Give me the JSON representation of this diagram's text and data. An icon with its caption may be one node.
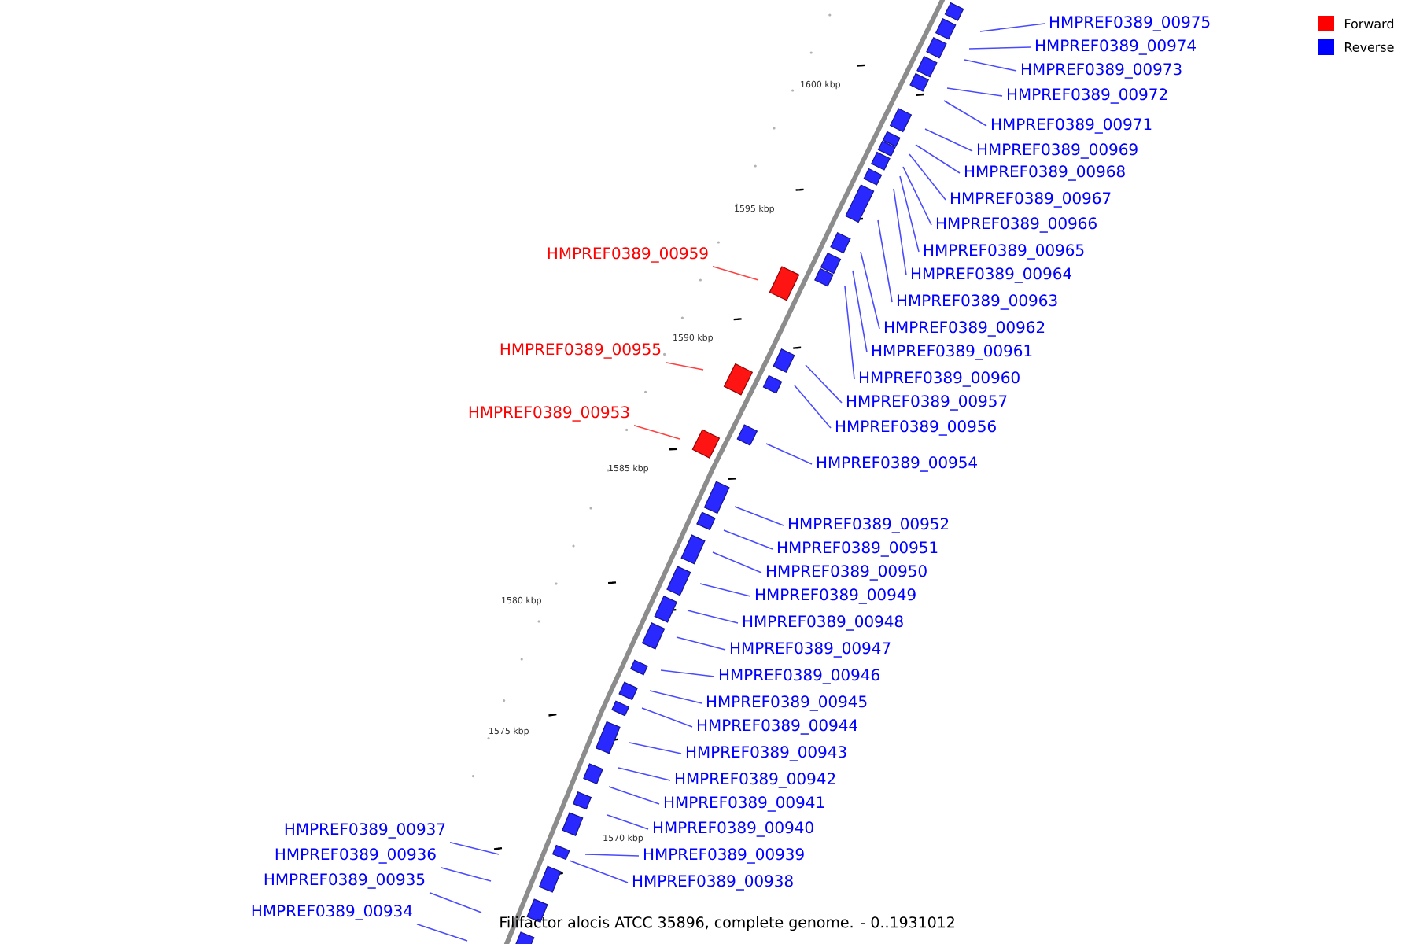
{
  "diagram": {
    "caption": "Filifactor alocis ATCC 35896, complete genome. - 0..1931012",
    "nodes": [
      {
        "text": [
          "HMPREF0389_00975"
        ]
      },
      {
        "text": [
          "HMPREF0389_00974"
        ]
      },
      {
        "text": [
          "HMPREF0389_00973"
        ]
      },
      {
        "text": [
          "HMPREF0389_00972"
        ]
      },
      {
        "text": [
          "HMPREF0389_00971"
        ]
      },
      {
        "text": [
          "HMPREF0389_00969"
        ]
      },
      {
        "text": [
          "HMPREF0389_00968"
        ]
      },
      {
        "text": [
          "HMPREF0389_00967"
        ]
      },
      {
        "text": [
          "HMPREF0389_00966"
        ]
      },
      {
        "text": [
          "HMPREF0389_00965"
        ]
      },
      {
        "text": [
          "HMPREF0389_00959"
        ]
      },
      {
        "text": [
          "HMPREF0389_00964"
        ]
      },
      {
        "text": [
          "HMPREF0389_00963"
        ]
      },
      {
        "text": [
          "HMPREF0389_00962"
        ]
      },
      {
        "text": [
          "HMPREF0389_00955"
        ]
      },
      {
        "text": [
          "HMPREF0389_00961"
        ]
      },
      {
        "text": [
          "HMPREF0389_00960"
        ]
      },
      {
        "text": [
          "HMPREF0389_00957"
        ]
      },
      {
        "text": [
          "HMPREF0389_00953"
        ]
      },
      {
        "text": [
          "HMPREF0389_00956"
        ]
      },
      {
        "text": [
          "HMPREF0389_00954"
        ]
      },
      {
        "text": [
          "HMPREF0389_00952"
        ]
      },
      {
        "text": [
          "HMPREF0389_00951"
        ]
      },
      {
        "text": [
          "HMPREF0389_00950"
        ]
      },
      {
        "text": [
          "HMPREF0389_00949"
        ]
      },
      {
        "text": [
          "HMPREF0389_00948"
        ]
      },
      {
        "text": [
          "HMPREF0389_00947"
        ]
      },
      {
        "text": [
          "HMPREF0389_00946"
        ]
      },
      {
        "text": [
          "HMPREF0389_00945"
        ]
      },
      {
        "text": [
          "HMPREF0389_00944"
        ]
      },
      {
        "text": [
          "HMPREF0389_00943"
        ]
      },
      {
        "text": [
          "HMPREF0389_00942"
        ]
      },
      {
        "text": [
          "HMPREF0389_00941"
        ]
      },
      {
        "text": [
          "HMPREF0389_00940"
        ]
      },
      {
        "text": [
          "HMPREF0389_00937"
        ]
      },
      {
        "text": [
          "HMPREF0389_00939"
        ]
      },
      {
        "text": [
          "HMPREF0389_00936"
        ]
      },
      {
        "text": [
          "HMPREF0389_00938"
        ]
      },
      {
        "text": [
          "HMPREF0389_00935"
        ]
      },
      {
        "text": [
          "HMPREF0389_00934"
        ]
      }
    ],
    "edges": [
      {
        "from": 0,
        "to": null,
        "arrow": "none"
      },
      {
        "from": 1,
        "to": null,
        "arrow": "none"
      },
      {
        "from": 2,
        "to": null,
        "arrow": "none"
      },
      {
        "from": 3,
        "to": null,
        "arrow": "none"
      },
      {
        "from": 4,
        "to": null,
        "arrow": "none"
      },
      {
        "from": 5,
        "to": null,
        "arrow": "none"
      },
      {
        "from": 6,
        "to": null,
        "arrow": "none"
      },
      {
        "from": 7,
        "to": null,
        "arrow": "none"
      },
      {
        "from": 8,
        "to": null,
        "arrow": "none"
      },
      {
        "from": 9,
        "to": null,
        "arrow": "none"
      },
      {
        "from": 10,
        "to": null,
        "arrow": "none",
        "color": "#ff4040"
      },
      {
        "from": 11,
        "to": null,
        "arrow": "none"
      },
      {
        "from": 12,
        "to": null,
        "arrow": "none"
      },
      {
        "from": 13,
        "to": null,
        "arrow": "none"
      },
      {
        "from": 14,
        "to": null,
        "arrow": "none",
        "color": "#ff4040"
      },
      {
        "from": 15,
        "to": null,
        "arrow": "none"
      },
      {
        "from": 16,
        "to": null,
        "arrow": "none"
      },
      {
        "from": 17,
        "to": null,
        "arrow": "none"
      },
      {
        "from": 18,
        "to": null,
        "arrow": "none",
        "color": "#ff4040"
      },
      {
        "from": 19,
        "to": null,
        "arrow": "none"
      },
      {
        "from": 20,
        "to": null,
        "arrow": "none"
      },
      {
        "from": 21,
        "to": null,
        "arrow": "none"
      },
      {
        "from": 22,
        "to": null,
        "arrow": "none"
      },
      {
        "from": 23,
        "to": null,
        "arrow": "none"
      },
      {
        "from": 24,
        "to": null,
        "arrow": "none"
      },
      {
        "from": 25,
        "to": null,
        "arrow": "none"
      },
      {
        "from": 26,
        "to": null,
        "arrow": "none"
      },
      {
        "from": 27,
        "to": null,
        "arrow": "none"
      },
      {
        "from": 28,
        "to": null,
        "arrow": "none"
      },
      {
        "from": 29,
        "to": null,
        "arrow": "none"
      },
      {
        "from": 30,
        "to": null,
        "arrow": "none"
      },
      {
        "from": 31,
        "to": null,
        "arrow": "none"
      },
      {
        "from": 32,
        "to": null,
        "arrow": "none"
      },
      {
        "from": 33,
        "to": null,
        "arrow": "none"
      },
      {
        "from": 34,
        "to": null,
        "arrow": "none"
      },
      {
        "from": 35,
        "to": null,
        "arrow": "none"
      },
      {
        "from": 36,
        "to": null,
        "arrow": "none"
      },
      {
        "from": 37,
        "to": null,
        "arrow": "none"
      },
      {
        "from": 38,
        "to": null,
        "arrow": "none"
      },
      {
        "from": 39,
        "to": null,
        "arrow": "none"
      }
    ],
    "labels": [
      "1600 kbp",
      "1595 kbp",
      "1590 kbp",
      "1585 kbp",
      "1580 kbp",
      "1575 kbp",
      "1570 kbp"
    ],
    "legend": [
      {
        "text": "Forward",
        "color": "#ff0000"
      },
      {
        "text": "Reverse",
        "color": "#0000ff"
      }
    ]
  }
}
